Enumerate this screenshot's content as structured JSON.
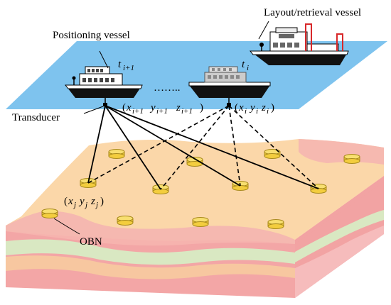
{
  "labels": {
    "layout_vessel": "Layout/retrieval vessel",
    "positioning_vessel": "Positioning vessel",
    "transducer": "Transducer",
    "obn": "OBN",
    "dots": "……..",
    "t_i1_base": "t",
    "t_i1_sub": "i+1",
    "t_i_base": "t",
    "t_i_sub": "i",
    "coord_i1": "(x",
    "coord_i1_full": "(xi+1 yi+1 zi+1)",
    "coord_i_full": "(xi yi zi)",
    "coord_j_full": "(xj yj zj)"
  },
  "math": {
    "pos_i1": {
      "x": "x",
      "y": "y",
      "z": "z",
      "sub": "i+1",
      "open": "(",
      "close": ")"
    },
    "pos_i": {
      "x": "x",
      "y": "y",
      "z": "z",
      "sub": "i",
      "open": "(",
      "close": ")"
    },
    "pos_j": {
      "x": "x",
      "y": "y",
      "z": "z",
      "sub": "j",
      "open": "(",
      "close": ")"
    }
  },
  "colors": {
    "sea": "#7ec3ee",
    "seafloor_top": "#fbd7a9",
    "layer_pink": "#f3a6a6",
    "layer_green": "#d9e8c2",
    "layer_orange": "#f7c7a0",
    "obn": "#f3cd3e",
    "flag_red": "#d8282a"
  }
}
